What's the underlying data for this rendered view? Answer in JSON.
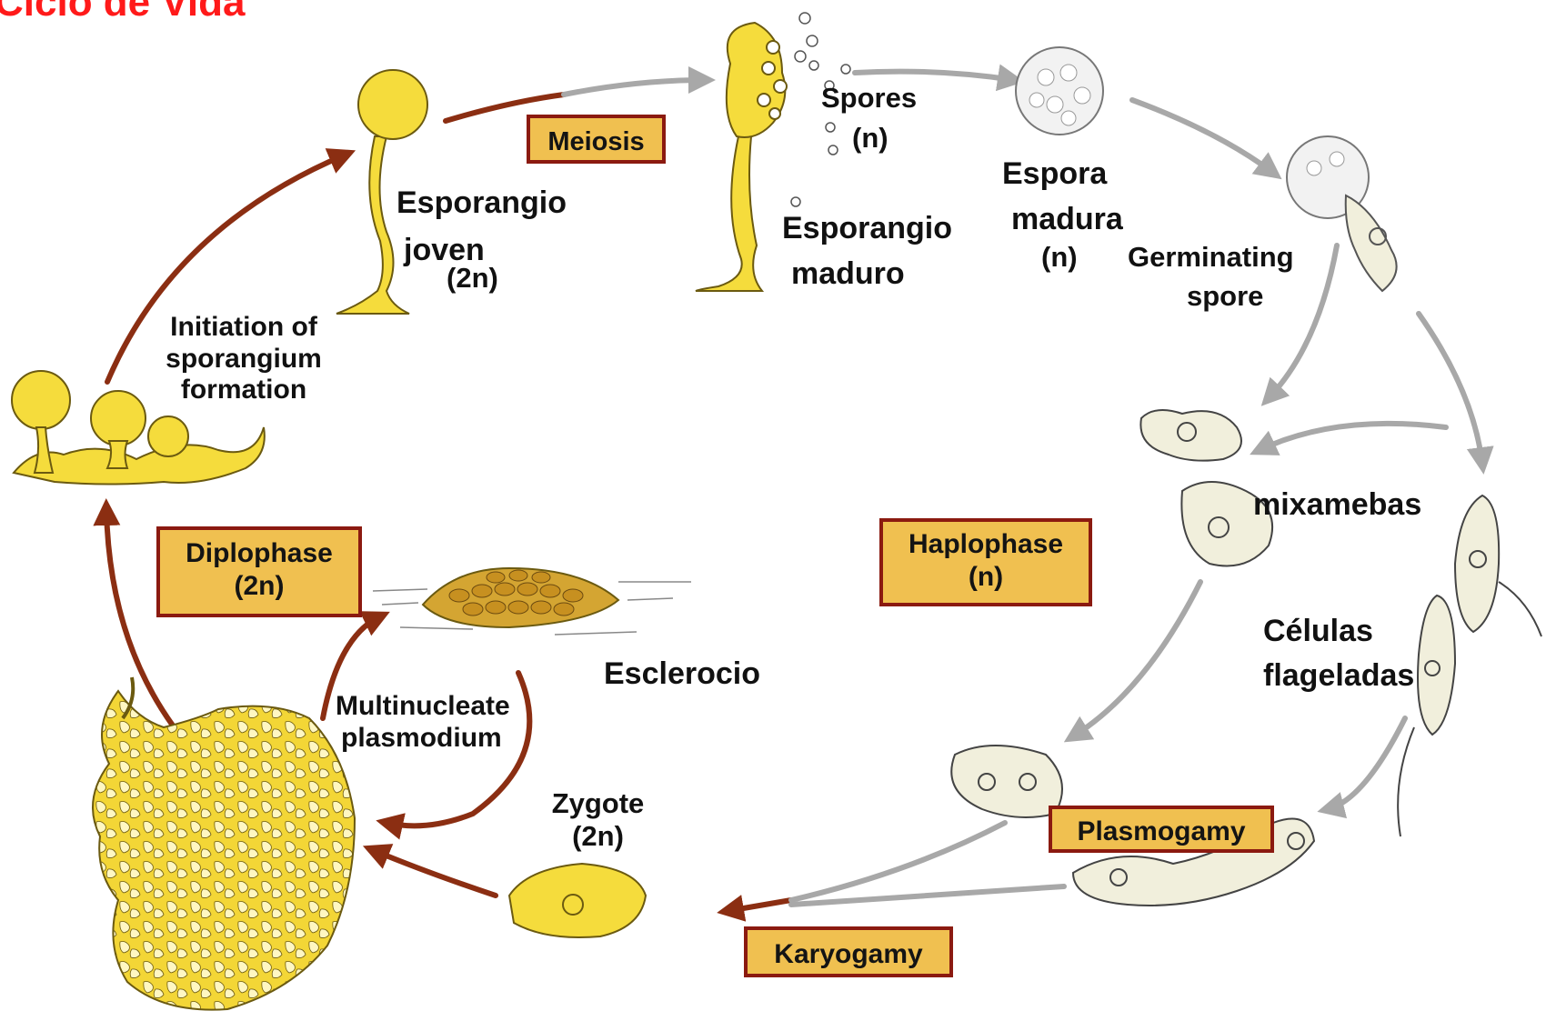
{
  "title": "Ciclo de Vida",
  "boxes": {
    "meiosis": "Meiosis",
    "diplophase_line1": "Diplophase",
    "diplophase_line2": "(2n)",
    "haplophase_line1": "Haplophase",
    "haplophase_line2": "(n)",
    "plasmogamy": "Plasmogamy",
    "karyogamy": "Karyogamy"
  },
  "labels": {
    "spores_line1": "Spores",
    "spores_line2": "(n)",
    "esporangio_joven_line1": "Esporangio",
    "esporangio_joven_line2": "joven",
    "esporangio_joven_ploidy": "(2n)",
    "esporangio_maduro_line1": "Esporangio",
    "esporangio_maduro_line2": "maduro",
    "espora_madura_line1": "Espora",
    "espora_madura_line2": "madura",
    "espora_madura_ploidy": "(n)",
    "germinating_line1": "Germinating",
    "germinating_line2": "spore",
    "initiation_line1": "Initiation of",
    "initiation_line2": "sporangium",
    "initiation_line3": "formation",
    "mixamebas": "mixamebas",
    "celulas_line1": "Células",
    "celulas_line2": "flageladas",
    "esclerocio": "Esclerocio",
    "plasmodium_line1": "Multinucleate",
    "plasmodium_line2": "plasmodium",
    "zygote_line1": "Zygote",
    "zygote_line2": "(2n)"
  },
  "colors": {
    "title": "#ff1a1a",
    "box_fill": "#f0c050",
    "box_border": "#8b1a10",
    "diploid_arrow": "#8b2e12",
    "haploid_arrow": "#a8a8a8",
    "organism_yellow": "#f5dc3c",
    "haploid_cell": "#f1efdc"
  }
}
